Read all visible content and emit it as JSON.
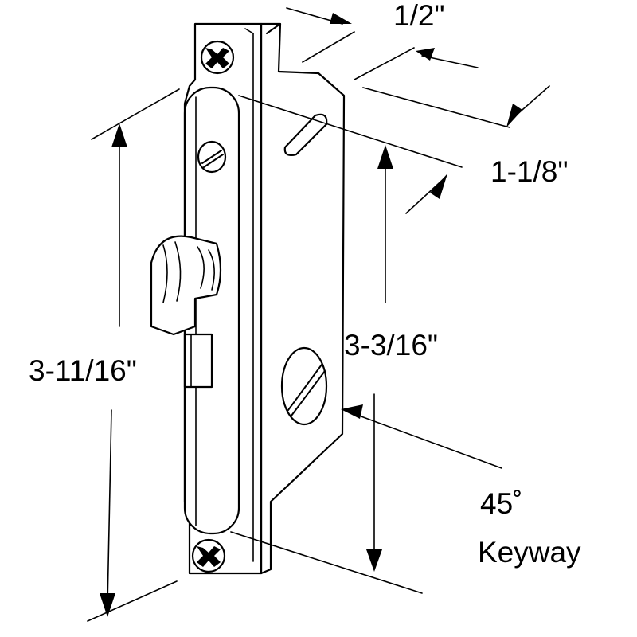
{
  "diagram": {
    "dimensions": {
      "width_top": "1/2\"",
      "depth": "1-1/8\"",
      "overall_height": "3-11/16\"",
      "screw_spacing": "3-3/16\"",
      "keyway_angle": "45˚",
      "keyway_label": "Keyway"
    }
  }
}
